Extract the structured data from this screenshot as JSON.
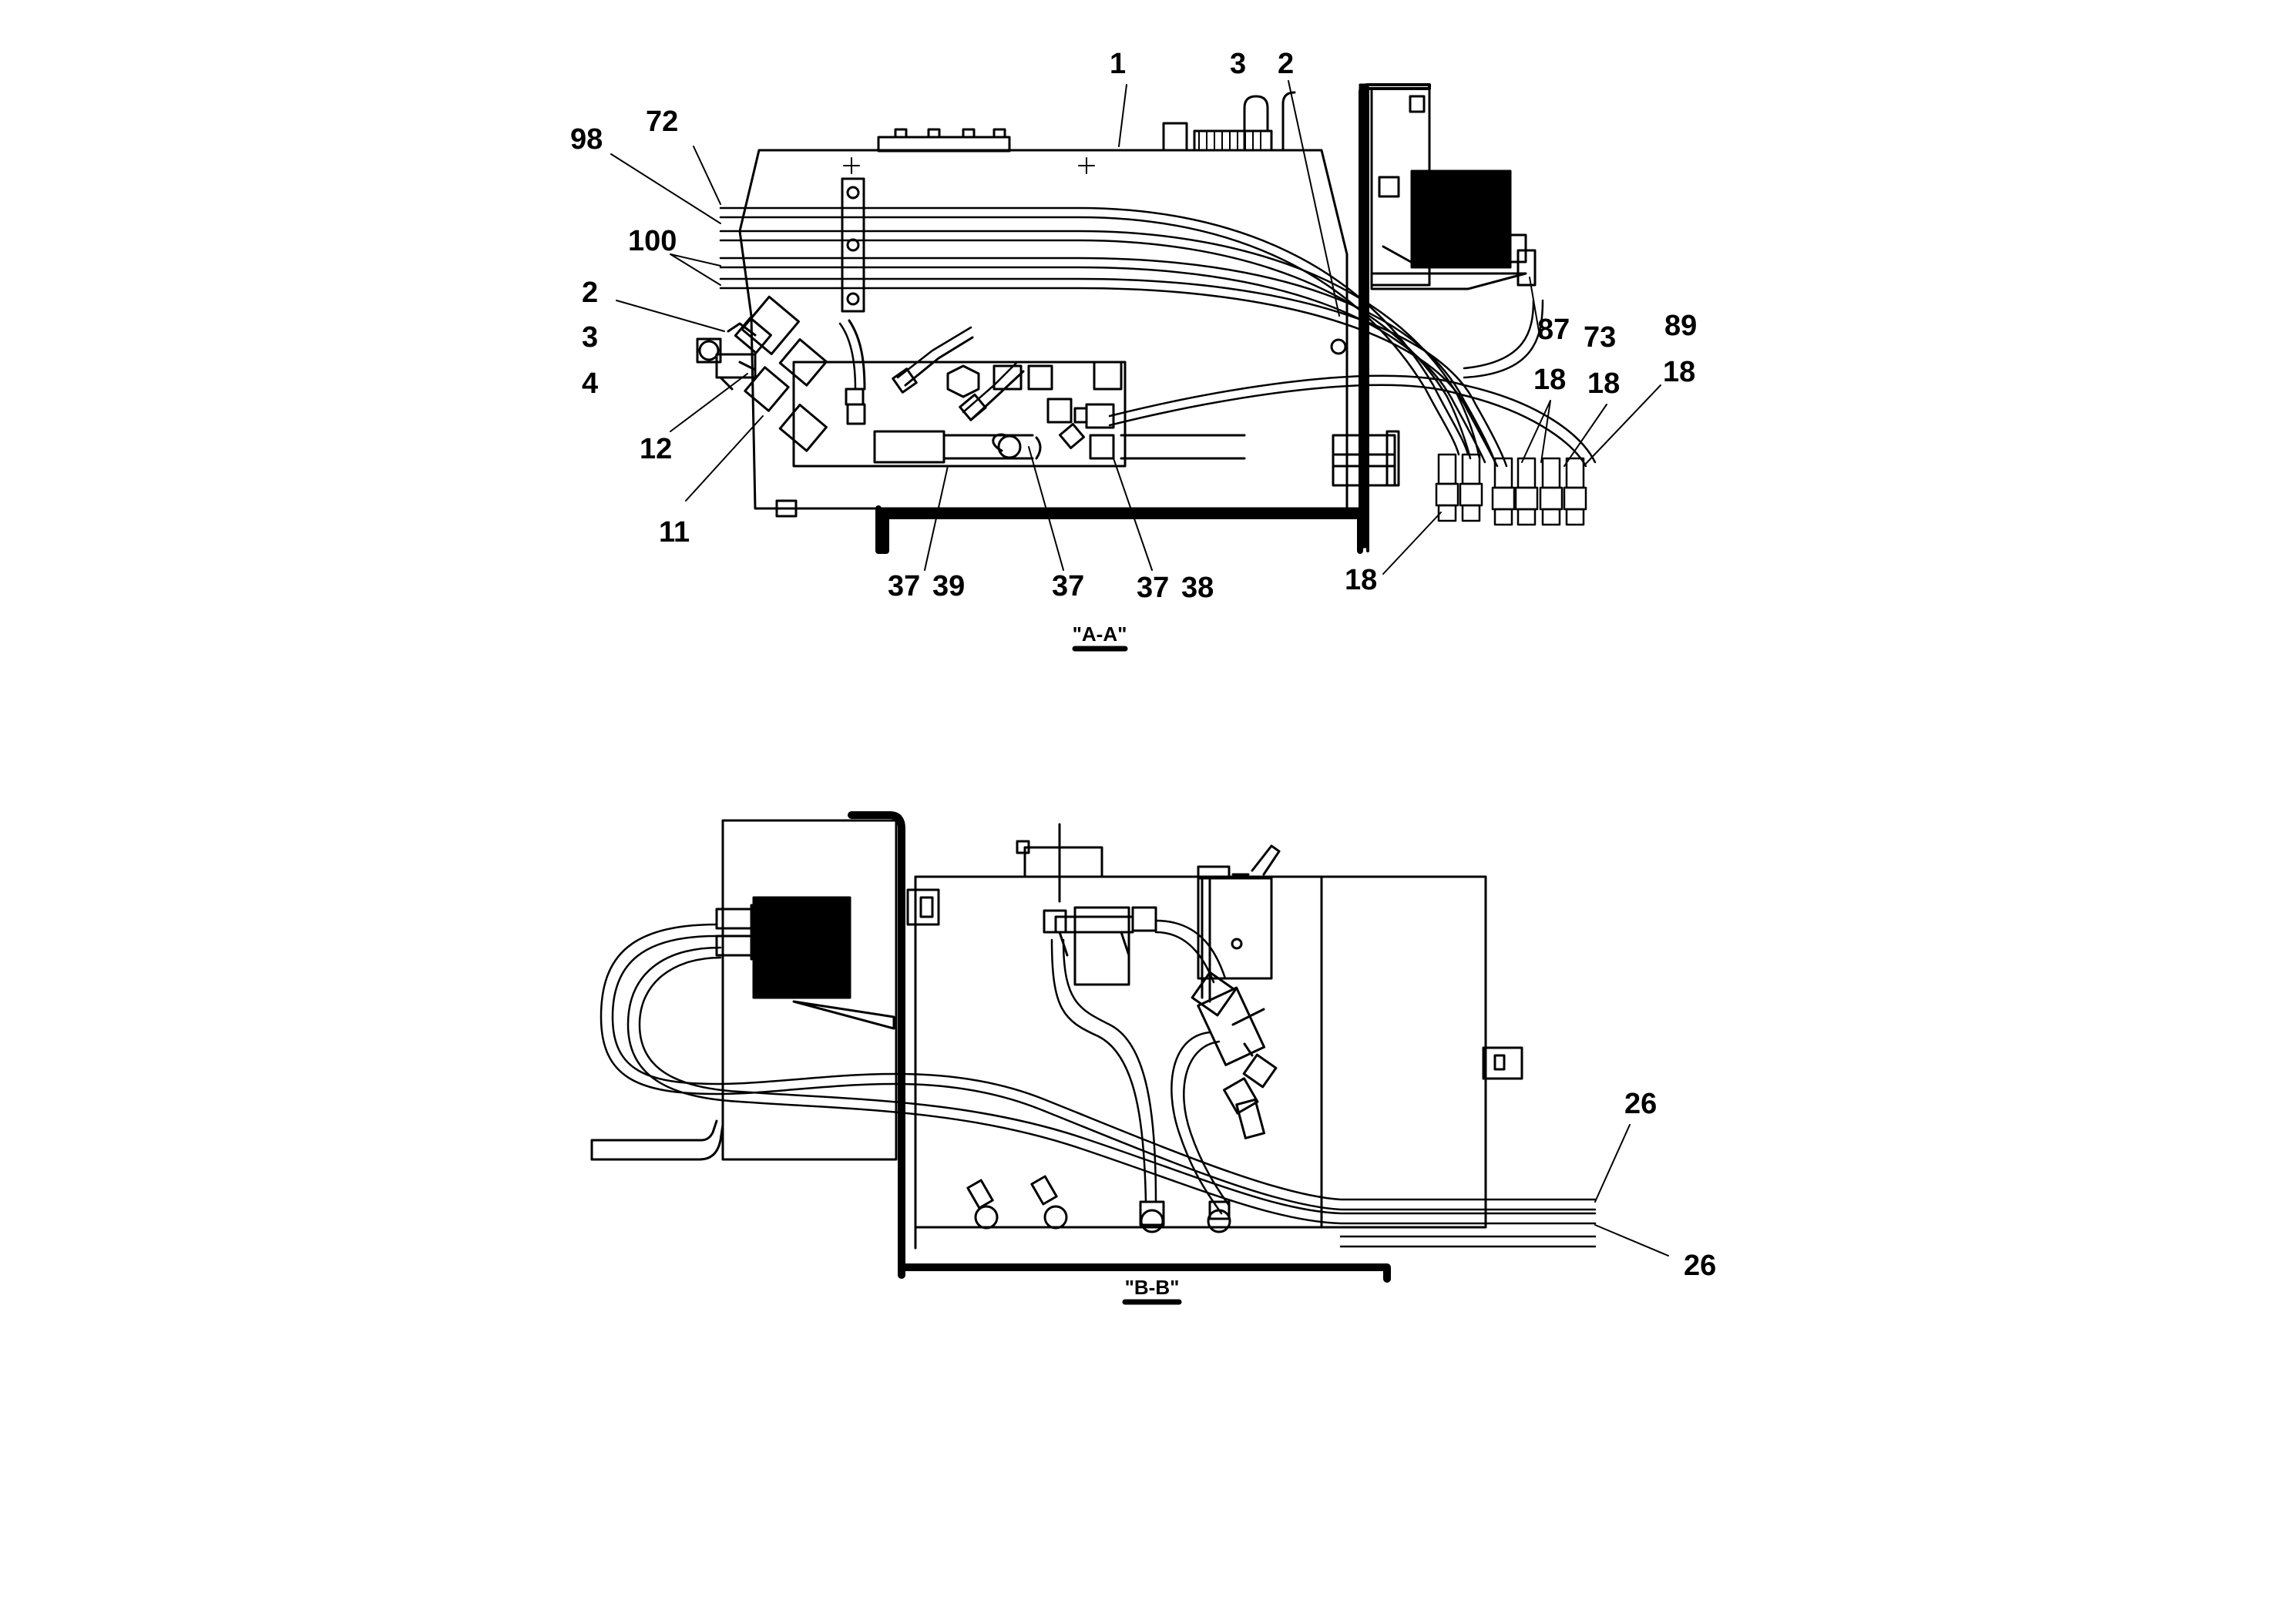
{
  "view_aa": {
    "title": "\"A-A\"",
    "labels": {
      "l1": "1",
      "l3a": "3",
      "l2a": "2",
      "l72": "72",
      "l98": "98",
      "l100": "100",
      "l2b": "2",
      "l3b": "3",
      "l4": "4",
      "l12": "12",
      "l11": "11",
      "l87": "87",
      "l73": "73",
      "l89": "89",
      "l18a": "18",
      "l18b": "18",
      "l18c": "18",
      "l18d": "18",
      "l37a": "37",
      "l39": "39",
      "l37b": "37",
      "l37c": "37",
      "l38": "38"
    }
  },
  "view_bb": {
    "title": "\"B-B\"",
    "labels": {
      "l26a": "26",
      "l26b": "26"
    }
  }
}
